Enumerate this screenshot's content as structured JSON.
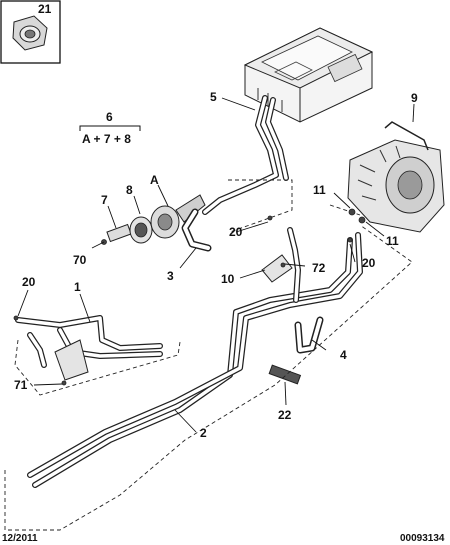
{
  "inset": {
    "label": "21"
  },
  "formula": {
    "ref": "6",
    "expression": "A + 7 + 8"
  },
  "callouts": {
    "c1": "1",
    "c2": "2",
    "c3": "3",
    "c4": "4",
    "c5": "5",
    "c7": "7",
    "c8": "8",
    "c9": "9",
    "c10": "10",
    "c11a": "11",
    "c11b": "11",
    "c20a": "20",
    "c20b": "20",
    "c20c": "20",
    "c22": "22",
    "c70": "70",
    "c71": "71",
    "c72": "72",
    "cA": "A"
  },
  "footer": {
    "date": "12/2011",
    "reference": "00093134"
  }
}
